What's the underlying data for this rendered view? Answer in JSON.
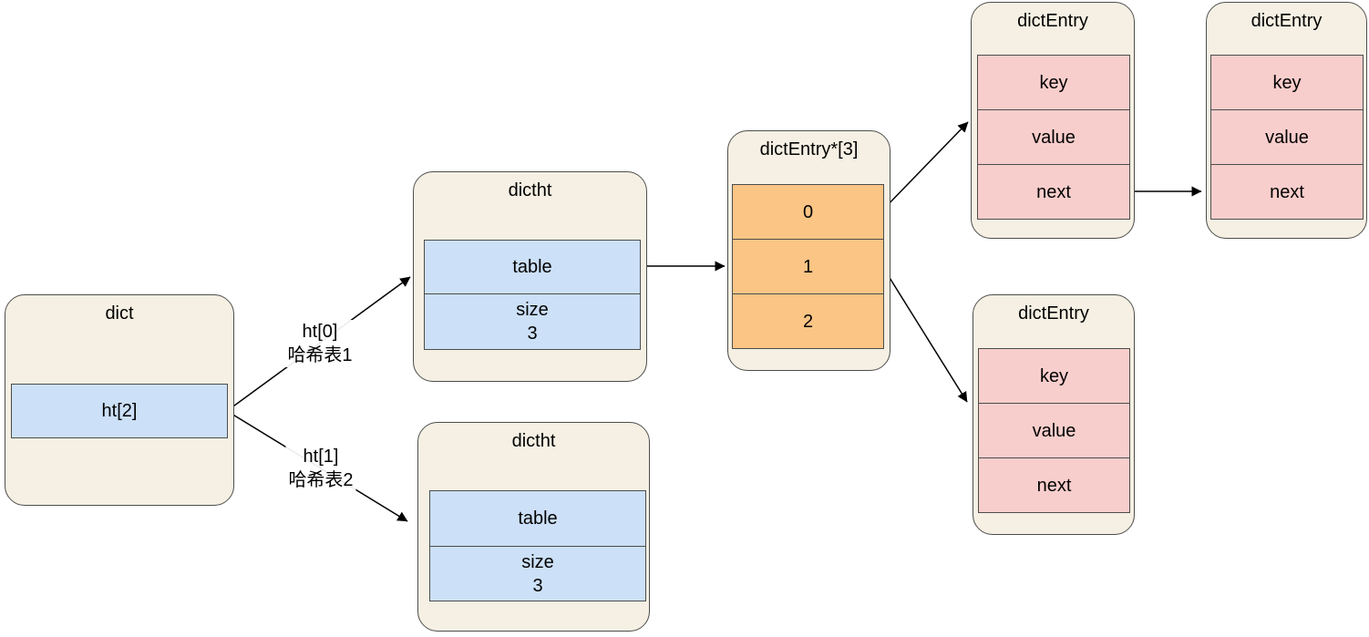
{
  "nodes": {
    "dict": {
      "title": "dict",
      "cell_ht2": "ht[2]"
    },
    "dictht_top": {
      "title": "dictht",
      "table": "table",
      "size_label": "size",
      "size_value": "3"
    },
    "dictht_bottom": {
      "title": "dictht",
      "table": "table",
      "size_label": "size",
      "size_value": "3"
    },
    "bucket_array": {
      "title": "dictEntry*[3]",
      "slots": [
        "0",
        "1",
        "2"
      ]
    },
    "entry_top_1": {
      "title": "dictEntry",
      "fields": [
        "key",
        "value",
        "next"
      ]
    },
    "entry_top_2": {
      "title": "dictEntry",
      "fields": [
        "key",
        "value",
        "next"
      ]
    },
    "entry_bottom": {
      "title": "dictEntry",
      "fields": [
        "key",
        "value",
        "next"
      ]
    }
  },
  "edge_labels": {
    "ht0": {
      "line1": "ht[0]",
      "line2": "哈希表1"
    },
    "ht1": {
      "line1": "ht[1]",
      "line2": "哈希表2"
    }
  },
  "colors": {
    "container_fill": "#f5f0e3",
    "container_stroke": "#4d4d4d",
    "cell_blue": "#cce0f7",
    "cell_orange": "#fac585",
    "cell_pink": "#f8cecc",
    "arrow": "#000000",
    "text": "#000000",
    "label_background": "#ffffff"
  }
}
